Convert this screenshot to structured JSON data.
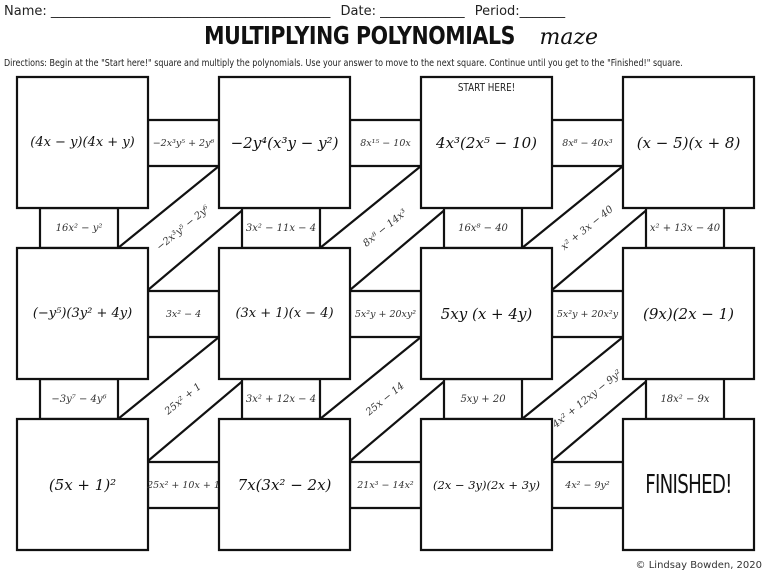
{
  "header": {
    "name_label": "Name: ___________________________________________",
    "date_label": "Date: _____________",
    "period_label": "Period:_______",
    "title_main": "MULTIPLYING POLYNOMIALS",
    "title_script": "maze",
    "directions": "Directions: Begin at the \"Start here!\" square and multiply the polynomials. Use your answer to move to the next square. Continue until you get to the \"Finished!\" square."
  },
  "boxes": [
    {
      "row": 0,
      "col": 0,
      "text": "(4x − y)(4x + y)"
    },
    {
      "row": 0,
      "col": 1,
      "text": "−2y⁴(x³y − y²)"
    },
    {
      "row": 0,
      "col": 2,
      "text": "4x³(2x⁵ − 10)",
      "caption": "START HERE!"
    },
    {
      "row": 0,
      "col": 3,
      "text": "(x − 5)(x + 8)"
    },
    {
      "row": 1,
      "col": 0,
      "text": "(−y⁵)(3y² + 4y)"
    },
    {
      "row": 1,
      "col": 1,
      "text": "(3x + 1)(x − 4)"
    },
    {
      "row": 1,
      "col": 2,
      "text": "5xy (x + 4y)"
    },
    {
      "row": 1,
      "col": 3,
      "text": "(9x)(2x − 1)"
    },
    {
      "row": 2,
      "col": 0,
      "text": "(5x + 1)²"
    },
    {
      "row": 2,
      "col": 1,
      "text": "7x(3x² − 2x)"
    },
    {
      "row": 2,
      "col": 2,
      "text": "(2x − 3y)(2x + 3y)"
    },
    {
      "row": 2,
      "col": 3,
      "text": "FINISHED!"
    }
  ],
  "horizontal_connectors": [
    {
      "row": 0,
      "between": [
        0,
        1
      ],
      "text": "−2x³y⁵ + 2y⁶"
    },
    {
      "row": 0,
      "between": [
        1,
        2
      ],
      "text": "8x¹⁵ − 10x"
    },
    {
      "row": 0,
      "between": [
        2,
        3
      ],
      "text": "8x⁸ − 40x³"
    },
    {
      "row": 1,
      "between": [
        0,
        1
      ],
      "text": "3x² − 4"
    },
    {
      "row": 1,
      "between": [
        1,
        2
      ],
      "text": "5x²y + 20xy²"
    },
    {
      "row": 1,
      "between": [
        2,
        3
      ],
      "text": "5x²y + 20x²y"
    },
    {
      "row": 2,
      "between": [
        0,
        1
      ],
      "text": "25x² + 10x + 1"
    },
    {
      "row": 2,
      "between": [
        1,
        2
      ],
      "text": "21x³ − 14x²"
    },
    {
      "row": 2,
      "between": [
        2,
        3
      ],
      "text": "4x² − 9y²"
    }
  ],
  "vertical_connectors": [
    {
      "between_rows": [
        0,
        1
      ],
      "col": 0,
      "text": "16x² − y²"
    },
    {
      "between_rows": [
        0,
        1
      ],
      "col": 1,
      "text": "3x² − 11x − 4"
    },
    {
      "between_rows": [
        0,
        1
      ],
      "col": 2,
      "text": "16x⁸ − 40"
    },
    {
      "between_rows": [
        0,
        1
      ],
      "col": 3,
      "text": "x² + 13x − 40"
    },
    {
      "between_rows": [
        1,
        2
      ],
      "col": 0,
      "text": "−3y⁷ − 4y⁶"
    },
    {
      "between_rows": [
        1,
        2
      ],
      "col": 1,
      "text": "3x² + 12x − 4"
    },
    {
      "between_rows": [
        1,
        2
      ],
      "col": 2,
      "text": "5xy + 20"
    },
    {
      "between_rows": [
        1,
        2
      ],
      "col": 3,
      "text": "18x² − 9x"
    }
  ],
  "diagonal_connectors": [
    {
      "between_rows": [
        0,
        1
      ],
      "cols": [
        0,
        1
      ],
      "text": "−2x³y⁵ − 2y⁶"
    },
    {
      "between_rows": [
        0,
        1
      ],
      "cols": [
        1,
        2
      ],
      "text": "8x⁸ − 14x³"
    },
    {
      "between_rows": [
        0,
        1
      ],
      "cols": [
        2,
        3
      ],
      "text": "x² + 3x − 40"
    },
    {
      "between_rows": [
        1,
        2
      ],
      "cols": [
        0,
        1
      ],
      "text": "25x² + 1"
    },
    {
      "between_rows": [
        1,
        2
      ],
      "cols": [
        1,
        2
      ],
      "text": "25x − 14"
    },
    {
      "between_rows": [
        1,
        2
      ],
      "cols": [
        2,
        3
      ],
      "text": "4x² + 12xy − 9y²"
    }
  ],
  "footer": {
    "copyright": "© Lindsay Bowden, 2020"
  }
}
